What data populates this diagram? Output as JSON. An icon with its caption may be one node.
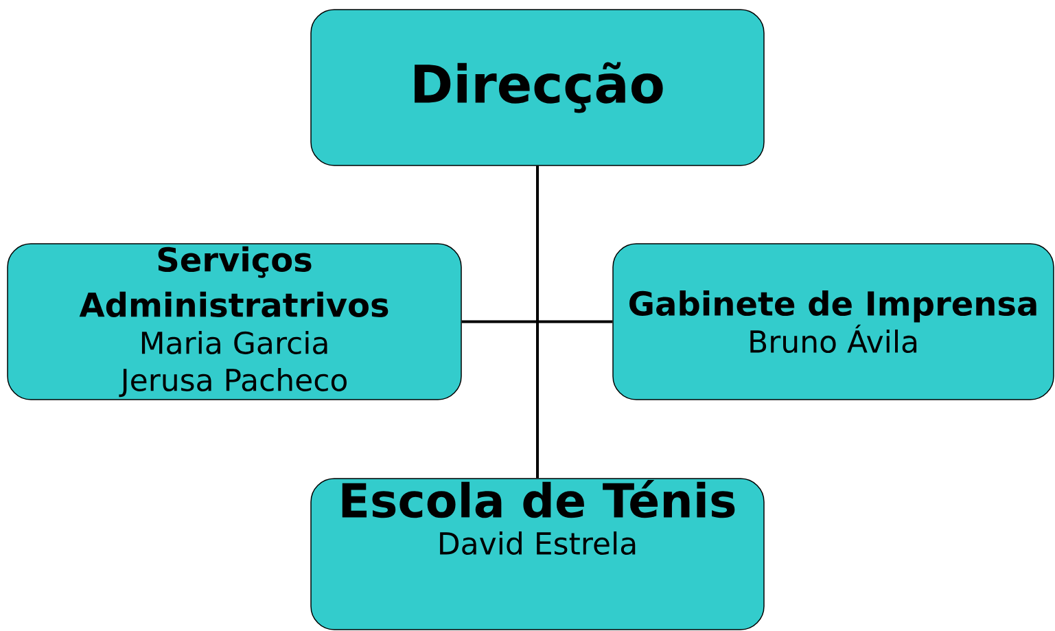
{
  "diagram": {
    "nodes": [
      {
        "text": [
          "Direcção"
        ]
      },
      {
        "text": [
          "Serviços Administratrivos",
          "Maria Garcia",
          "Jerusa Pacheco"
        ]
      },
      {
        "text": [
          "Gabinete de Imprensa",
          "Bruno Ávila"
        ]
      },
      {
        "text": [
          "Escola de Ténis",
          "David Estrela"
        ]
      }
    ],
    "edges": [
      {
        "from": 0,
        "to": 1,
        "arrow": "none"
      },
      {
        "from": 0,
        "to": 2,
        "arrow": "none"
      },
      {
        "from": 0,
        "to": 3,
        "arrow": "none"
      }
    ]
  }
}
